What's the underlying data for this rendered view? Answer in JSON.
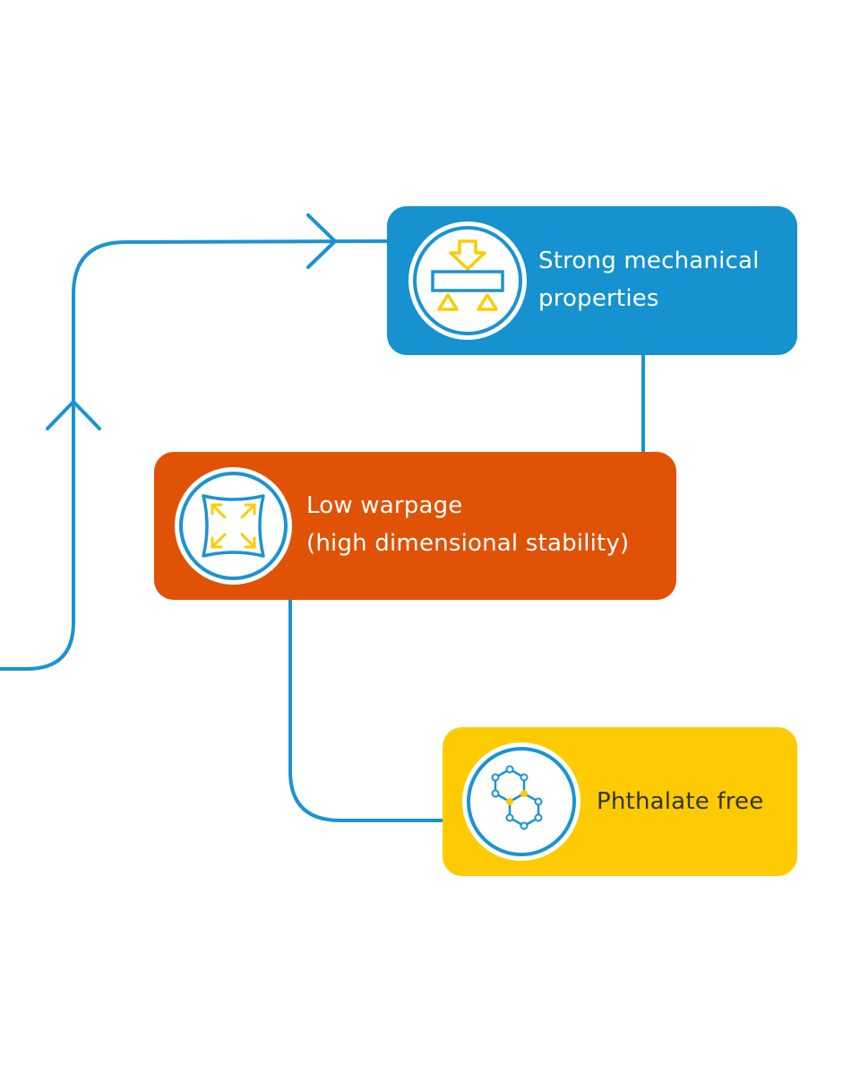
{
  "colors": {
    "connector": "#1b93d3",
    "mechanical_card": "#1592cf",
    "warpage_card": "#e05206",
    "phthalate_card": "#fecb02",
    "icon_ring": "#1b93d3",
    "icon_accent": "#fecb02",
    "phthalate_text": "#333333"
  },
  "cards": {
    "mechanical": {
      "line1": "Strong mechanical",
      "line2": "properties",
      "icon": "load-test-icon"
    },
    "warpage": {
      "line1": "Low warpage",
      "line2": "(high dimensional stability)",
      "icon": "dimensional-stability-icon"
    },
    "phthalate": {
      "line1": "Phthalate free",
      "icon": "molecule-icon"
    }
  }
}
